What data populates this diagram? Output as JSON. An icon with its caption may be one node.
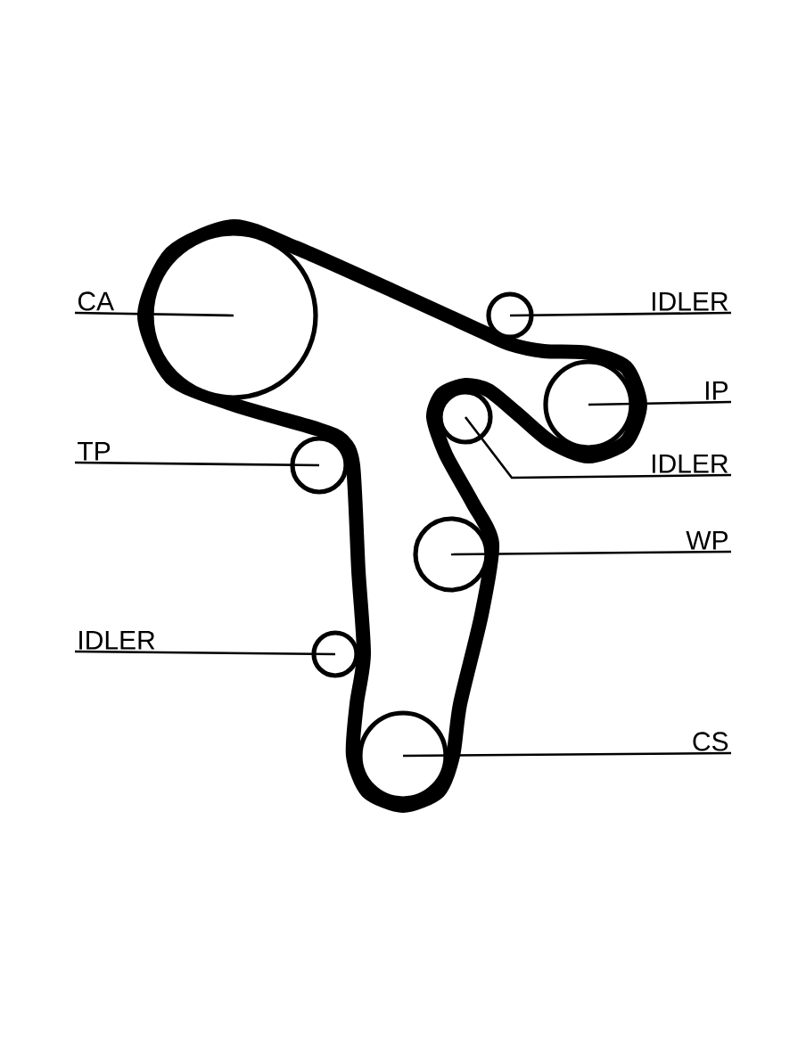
{
  "diagram": {
    "nodes": [
      {
        "text": [
          "CA"
        ]
      },
      {
        "text": [
          "IDLER"
        ]
      },
      {
        "text": [
          "IP"
        ]
      },
      {
        "text": [
          "TP"
        ]
      },
      {
        "text": [
          "IDLER"
        ]
      },
      {
        "text": [
          "WP"
        ]
      },
      {
        "text": [
          "IDLER"
        ]
      },
      {
        "text": [
          "CS"
        ]
      },
      {
        "text": [],
        "shape": "circle"
      },
      {
        "text": [],
        "shape": "circle"
      },
      {
        "text": [],
        "shape": "circle"
      },
      {
        "text": [],
        "shape": "circle"
      },
      {
        "text": [],
        "shape": "circle"
      },
      {
        "text": [],
        "shape": "circle"
      },
      {
        "text": [],
        "shape": "circle"
      },
      {
        "text": [],
        "shape": "circle"
      }
    ],
    "edges": [
      {
        "from": 0,
        "to": 8,
        "arrow": "none"
      },
      {
        "from": 1,
        "to": 9,
        "arrow": "none"
      },
      {
        "from": 2,
        "to": 10,
        "arrow": "none"
      },
      {
        "from": 3,
        "to": 12,
        "arrow": "none"
      },
      {
        "from": 4,
        "to": 11,
        "arrow": "none"
      },
      {
        "from": 5,
        "to": 13,
        "arrow": "none"
      },
      {
        "from": 6,
        "to": 14,
        "arrow": "none"
      },
      {
        "from": 7,
        "to": 15,
        "arrow": "none"
      }
    ]
  }
}
